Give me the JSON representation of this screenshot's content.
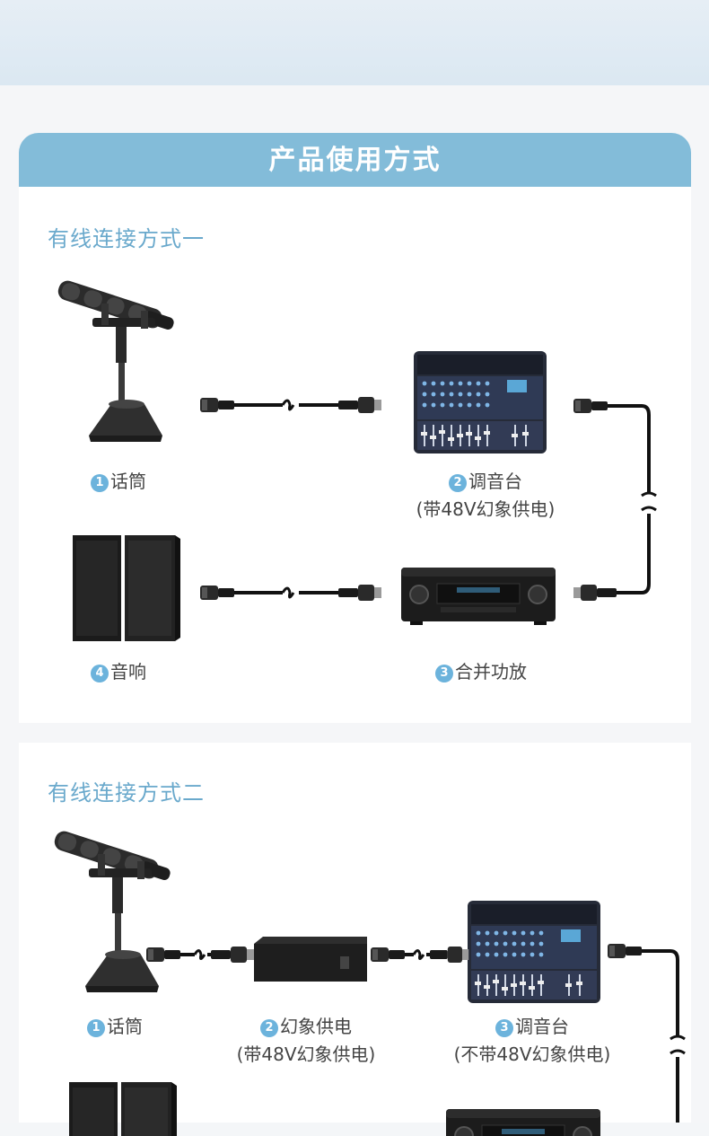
{
  "banner": {
    "title": "产品使用方式"
  },
  "section1": {
    "title": "有线连接方式一",
    "items": [
      {
        "num": "1",
        "label": "话筒",
        "sub": ""
      },
      {
        "num": "2",
        "label": "调音台",
        "sub": "(带48V幻象供电)"
      },
      {
        "num": "3",
        "label": "合并功放",
        "sub": ""
      },
      {
        "num": "4",
        "label": "音响",
        "sub": ""
      }
    ]
  },
  "section2": {
    "title": "有线连接方式二",
    "items": [
      {
        "num": "1",
        "label": "话筒",
        "sub": ""
      },
      {
        "num": "2",
        "label": "幻象供电",
        "sub": "(带48V幻象供电)"
      },
      {
        "num": "3",
        "label": "调音台",
        "sub": "(不带48V幻象供电)"
      }
    ]
  },
  "colors": {
    "banner": "#83bcd9",
    "accent": "#6cb3dc",
    "title": "#6aa9cc",
    "cable": "#111111"
  },
  "icons": [
    "microphone-stand-icon",
    "mixer-icon",
    "amplifier-icon",
    "speaker-pair-icon",
    "xlr-cable-icon",
    "phantom-power-box-icon"
  ]
}
